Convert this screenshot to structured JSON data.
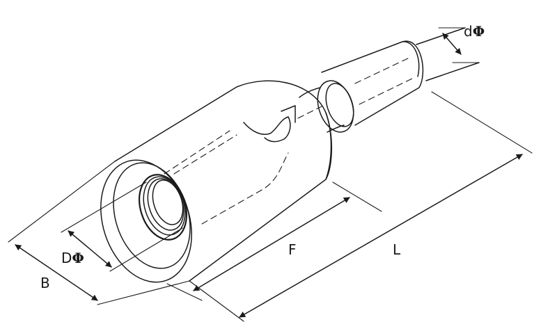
{
  "diagram": {
    "labels": {
      "overall_length": "L",
      "insulation_length": "F",
      "sleeve_diameter": "B",
      "inner_diameter_prefix": "D",
      "wire_diameter_prefix": "d",
      "phi_symbol": "Φ"
    },
    "colors": {
      "stroke": "#1a1a1a",
      "background": "#ffffff"
    }
  }
}
